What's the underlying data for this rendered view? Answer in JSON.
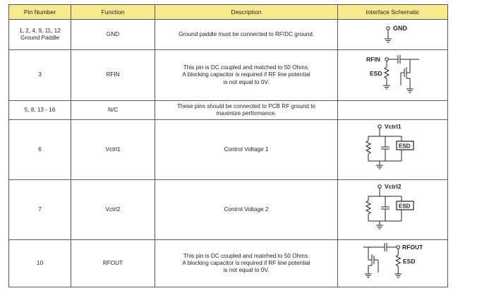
{
  "headers": {
    "pin_number": "Pin Number",
    "function": "Function",
    "description": "Description",
    "schematic": "Interface Schematic"
  },
  "rows": [
    {
      "pin_lines": [
        "1, 2, 4, 9, 11, 12",
        "Ground Paddle"
      ],
      "function": "GND",
      "desc_lines": [
        "Ground paddle must be connected to RF/DC ground."
      ],
      "schematic_labels": {
        "gnd": "GND"
      }
    },
    {
      "pin_lines": [
        "3"
      ],
      "function": "RFIN",
      "desc_lines": [
        "This pin is DC coupled and matched to 50 Ohms.",
        "A blocking capacitor is required if RF line potential",
        "is not equal to 0V."
      ],
      "schematic_labels": {
        "rfin": "RFIN",
        "esd": "ESD"
      }
    },
    {
      "pin_lines": [
        "5, 8, 13 - 16"
      ],
      "function": "N/C",
      "desc_lines": [
        "These pins should be connected to PCB RF ground to",
        "maximize performance."
      ]
    },
    {
      "pin_lines": [
        "6"
      ],
      "function": "Vctrl1",
      "desc_lines": [
        "Control Voltage 1"
      ],
      "schematic_labels": {
        "vctrl": "Vctrl1",
        "esd": "ESD"
      }
    },
    {
      "pin_lines": [
        "7"
      ],
      "function": "Vctrl2",
      "desc_lines": [
        "Control Voltage 2"
      ],
      "schematic_labels": {
        "vctrl": "Vctrl2",
        "esd": "ESD"
      }
    },
    {
      "pin_lines": [
        "10"
      ],
      "function": "RFOUT",
      "desc_lines": [
        "This pin is DC coupled and matched to 50 Ohms.",
        "A blocking capacitor is required if RF line potential",
        "is not equal to 0V."
      ],
      "schematic_labels": {
        "rfout": "RFOUT",
        "esd": "ESD"
      }
    }
  ]
}
